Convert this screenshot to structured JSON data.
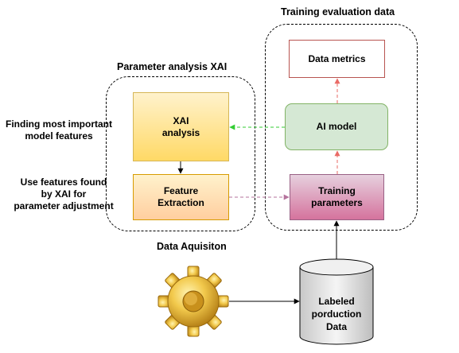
{
  "titles": {
    "training_eval": "Training evaluation data",
    "parameter_analysis": "Parameter analysis XAI",
    "data_acquisition": "Data Aquisiton"
  },
  "side_labels": {
    "important_features": [
      "Finding most important",
      "model features"
    ],
    "use_features": [
      "Use features found",
      "by XAI for",
      "parameter adjustment"
    ]
  },
  "nodes": {
    "data_metrics": [
      "Data metrics"
    ],
    "ai_model": [
      "AI model"
    ],
    "xai_analysis": [
      "XAI",
      "analysis"
    ],
    "feature_extraction": [
      "Feature",
      "Extraction"
    ],
    "training_parameters": [
      "Training",
      "parameters"
    ],
    "labeled_data": [
      "Labeled",
      "porduction",
      "Data"
    ]
  },
  "colors": {
    "data_metrics_border": "#b85450",
    "ai_model_fill": "#d5e8d4",
    "ai_model_border": "#82b366",
    "xai_fill_top": "#fff2cc",
    "xai_fill_bottom": "#ffd966",
    "xai_border": "#d6b656",
    "feature_fill_top": "#fff2cc",
    "feature_fill_bottom": "#ffce9f",
    "feature_border": "#d79b00",
    "training_fill_top": "#e6d0de",
    "training_fill_bottom": "#d5739d",
    "training_border": "#996185",
    "red_arrow": "#ea6b66",
    "green_arrow": "#33cc33",
    "purple_arrow": "#b5739d"
  },
  "icons": [
    "gear-icon",
    "database-cylinder-icon"
  ]
}
